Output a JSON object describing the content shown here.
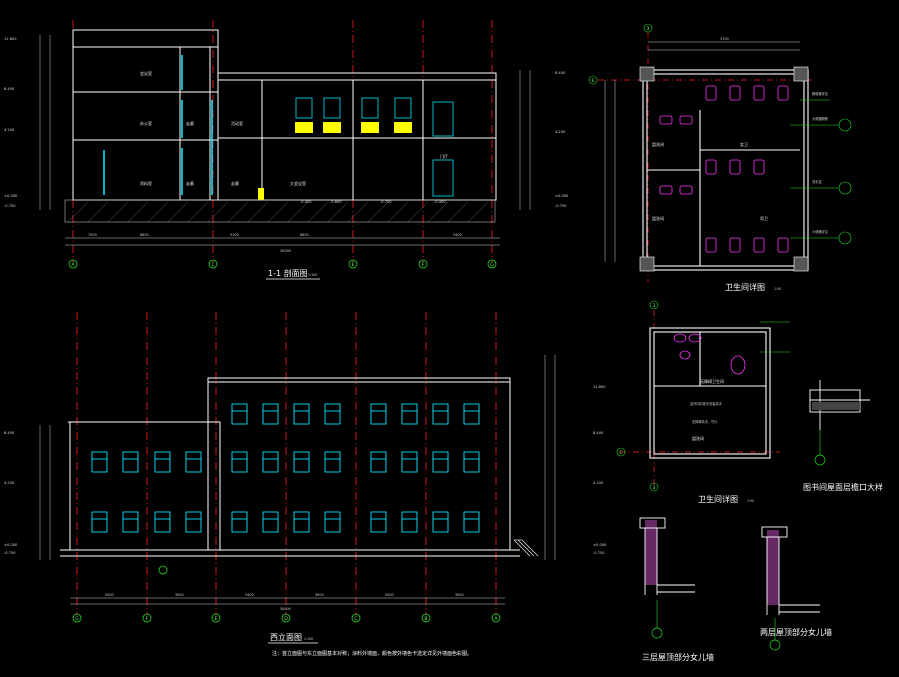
{
  "colors": {
    "background": "#000000",
    "axis_red": "#ff2020",
    "wall_white": "#ffffff",
    "glass_cyan": "#00e5ff",
    "fixture_magenta": "#ff33ff",
    "highlight_yellow": "#ffff00",
    "leader_green": "#22dd22"
  },
  "section_1_1": {
    "title": "1-1 剖面图",
    "scale": "1:100",
    "axes": [
      "A",
      "C",
      "E",
      "F",
      "G"
    ],
    "rooms": [
      "会议室",
      "办公室",
      "走廊",
      "资料室",
      "走廊",
      "活动室",
      "走廊",
      "大会议室",
      "门厅"
    ],
    "left_elevations": [
      "12.600",
      "8.400",
      "4.200",
      "±0.000",
      "-0.750"
    ],
    "right_elevations": [
      "8.400",
      "4.200",
      "±0.000",
      "-0.750"
    ],
    "ground_marks": [
      "-0.450",
      "-0.600",
      "-0.750",
      "-0.450"
    ],
    "bottom_dims": [
      "7500",
      "6600",
      "5100",
      "6600",
      "5400"
    ],
    "total_dim": "30000"
  },
  "west_elevation": {
    "title": "西立面图",
    "scale": "1:100",
    "note": "注：首立面图与东立面图基本对称；涂料外墙面，颜色按外墙色卡选定详见外墙面色彩图。",
    "axes": [
      "G",
      "F",
      "E",
      "D",
      "C",
      "B",
      "A"
    ],
    "bottom_dims": [
      "5400",
      "3900",
      "5400",
      "3900",
      "5400",
      "3900"
    ],
    "total_dim": "30000",
    "left_elevations": [
      "8.400",
      "4.200",
      "±0.000",
      "-0.750"
    ],
    "right_elevations": [
      "12.600",
      "8.400",
      "4.200",
      "±0.000",
      "-0.750"
    ]
  },
  "toilet_plan_1": {
    "title": "卫生间详图",
    "scale": "1:50",
    "axis_top": "3",
    "axis_left": "E",
    "top_dim": "3700",
    "rooms": [
      "盥洗间",
      "女卫",
      "盥洗间",
      "男卫"
    ],
    "labels": [
      "蹲便器详见",
      "大便器隔断",
      "洗手盆",
      "小便器详见"
    ]
  },
  "toilet_plan_2": {
    "title": "卫生间详图",
    "scale": "1:50",
    "axis_top": "3",
    "axis_left": "C",
    "axis_bottom": "3",
    "rooms": [
      "无障碍卫生间",
      "盥洗间"
    ],
    "labels": [
      "由外向内依次安装扶手",
      "无障碍扶手，竹片"
    ]
  },
  "detail_roof": {
    "title": "图书间屋面层檐口大样"
  },
  "detail_parapet_3": {
    "title": "三层屋顶部分女儿墙"
  },
  "detail_parapet_2": {
    "title": "两层屋顶部分女儿墙"
  }
}
